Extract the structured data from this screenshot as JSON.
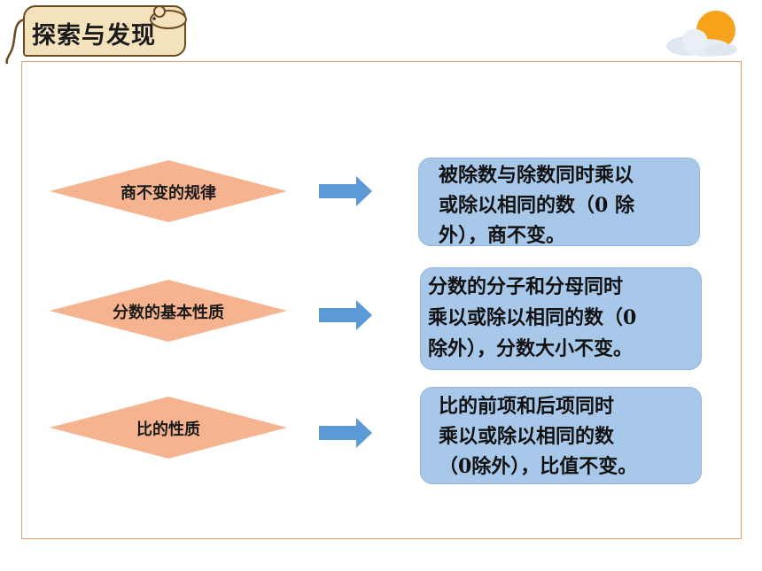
{
  "header": {
    "title": "探索与发现"
  },
  "rows": [
    {
      "label": "商不变的规律",
      "description_lines": [
        "被除数与除数同时乘以",
        "或除以相同的数（0 除",
        "外），商不变。"
      ]
    },
    {
      "label": "分数的基本性质",
      "description_lines": [
        "分数的分子和分母同时",
        "乘以或除以相同的数（0",
        "除外），分数大小不变。"
      ]
    },
    {
      "label": "比的性质",
      "description_lines": [
        "比的前项和后项同时",
        "乘以或除以相同的数",
        "（0除外），比值不变。"
      ]
    }
  ],
  "colors": {
    "diamond_fill": "#f5b48f",
    "arrow_fill": "#5b9bd5",
    "box_fill": "#a8c8ea",
    "frame_border": "#e3a06a",
    "title_bg": "#f4e2bd",
    "sun": "#f6a21a"
  },
  "icons": [
    "mouse-icon",
    "sun-cloud-icon",
    "right-arrow-icon"
  ]
}
